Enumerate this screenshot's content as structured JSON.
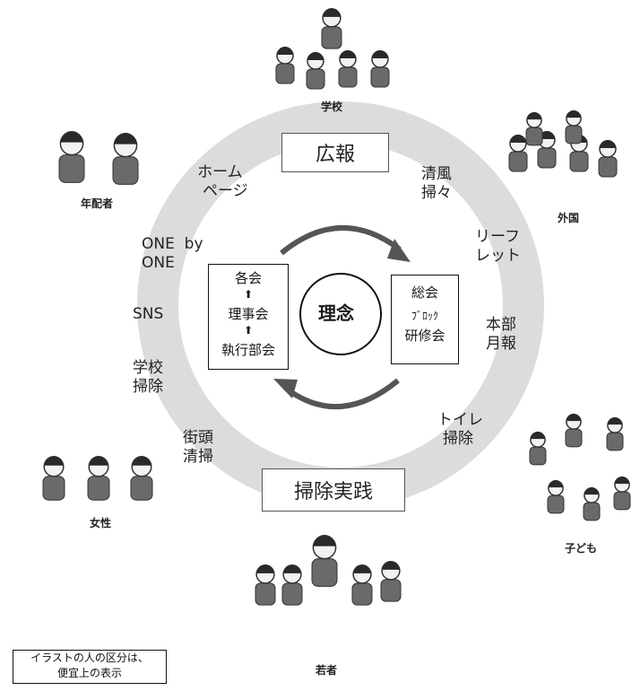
{
  "center": {
    "label": "理念"
  },
  "top_box": {
    "label": "広報"
  },
  "bottom_box": {
    "label": "掃除実践"
  },
  "left_box": {
    "lines": [
      "各会",
      "理事会",
      "執行部会"
    ],
    "arrow": "⬆"
  },
  "right_box": {
    "lines": [
      "総会",
      "ﾌﾞﾛｯｸ",
      "研修会"
    ]
  },
  "ring_labels": {
    "homepage": [
      "ホーム",
      "ページ"
    ],
    "seifu": [
      "清風",
      "掃々"
    ],
    "leaflet": [
      "リーフ",
      "レット"
    ],
    "one_by_one": [
      "ONE  by",
      "ONE"
    ],
    "sns": "SNS",
    "honbu": [
      "本部",
      "月報"
    ],
    "school_cleaning": [
      "学校",
      "掃除"
    ],
    "toilet": [
      "トイレ",
      "掃除"
    ],
    "street": [
      "街頭",
      "清掃"
    ]
  },
  "groups": {
    "school": "学校",
    "foreign": "外国",
    "elderly": "年配者",
    "children": "子ども",
    "women": "女性",
    "youth": "若者"
  },
  "note": [
    "イラストの人の区分は、",
    "便宜上の表示"
  ],
  "colors": {
    "ring": "#dcdcdc",
    "arrow": "#555555",
    "figure": "#6a6a6a"
  }
}
